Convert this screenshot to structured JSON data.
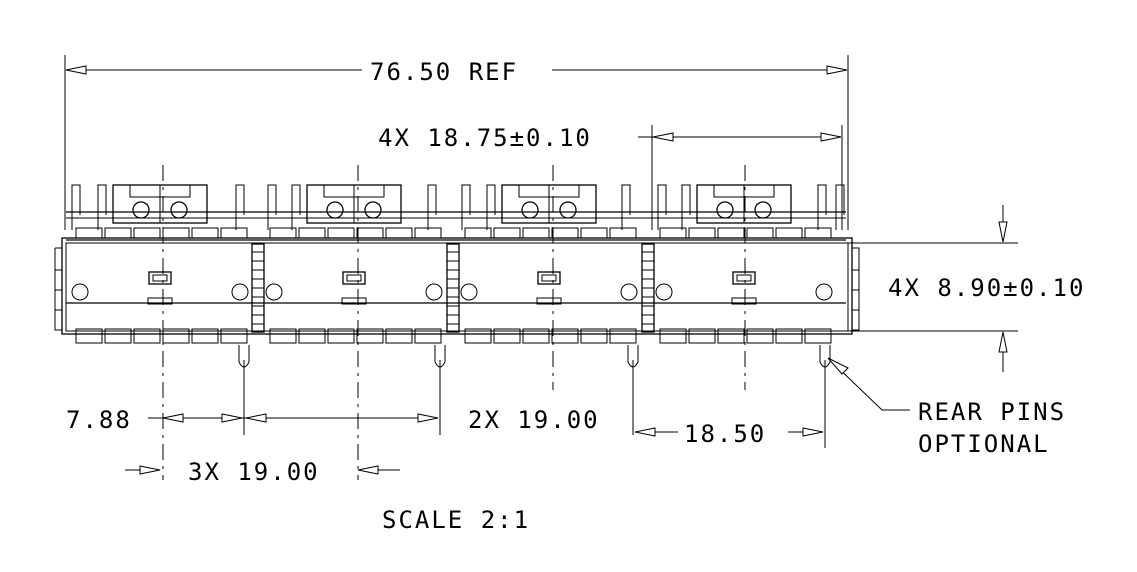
{
  "drawing": {
    "overall_dim": "76.50 REF",
    "pitch_dim": "4X 18.75±0.10",
    "height_dim": "4X 8.90±0.10",
    "left_offset_dim": "7.88",
    "spacing_dim": "2X 19.00",
    "last_pitch_dim": "18.50",
    "triple_spacing_dim": "3X 19.00",
    "note_line1": "REAR PINS",
    "note_line2": "OPTIONAL",
    "scale": "SCALE  2:1"
  }
}
